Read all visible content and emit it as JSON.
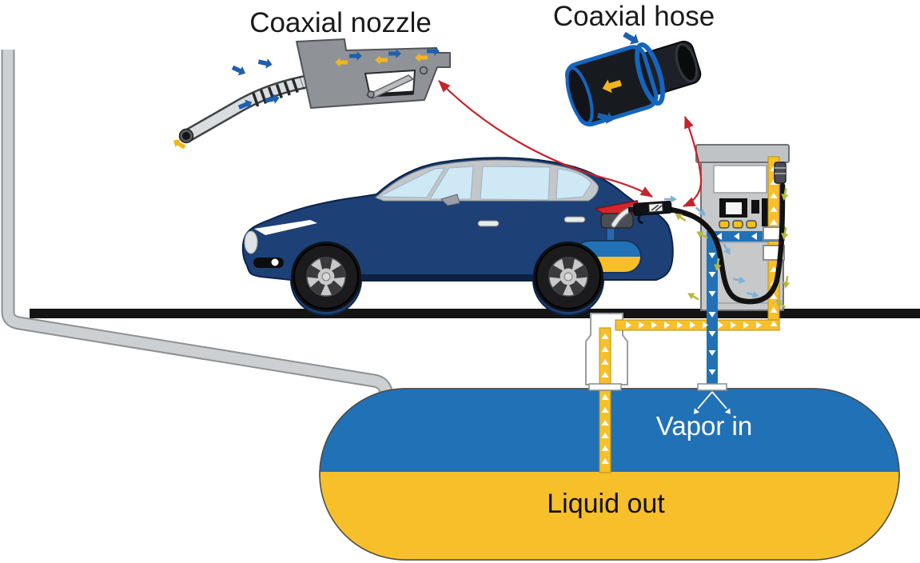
{
  "labels": {
    "nozzle_title": "Coaxial nozzle",
    "hose_title": "Coaxial hose",
    "tank_vapor": "Vapor in",
    "tank_liquid": "Liquid out"
  },
  "colors": {
    "vapor_blue": "#2171B7",
    "liquid_yellow": "#F7C02A",
    "car_navy": "#1D4076",
    "callout_red": "#C4242B",
    "dispenser_gray": "#C6C8CA",
    "ground_black": "#141414",
    "hose_ring_blue": "#1565BF",
    "flow_arrow_blue": "#1E5FAE",
    "flow_arrow_yellow": "#F2B51E",
    "leak_arrow_blue": "#7FB2D9",
    "leak_arrow_green": "#B5B944",
    "pipe_flow_white": "#FFFFFF"
  }
}
